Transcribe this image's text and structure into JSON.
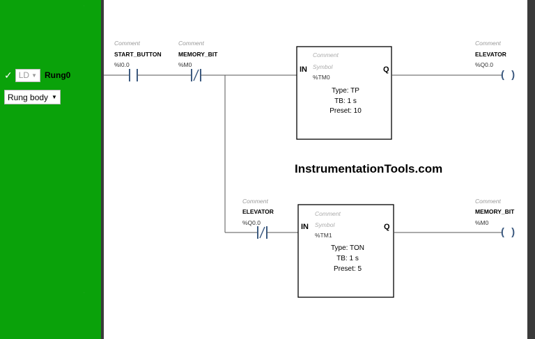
{
  "rung": {
    "enabled_icon": "check-icon",
    "language": "LD",
    "name": "Rung0",
    "section": "Rung body"
  },
  "watermark": "InstrumentationTools.com",
  "colors": {
    "panel": "#0aa20a",
    "wire": "#555555",
    "element": "#3c5a80"
  },
  "row1": {
    "contact1": {
      "comment": "Comment",
      "symbol": "START_BUTTON",
      "address": "%I0.0"
    },
    "contact2": {
      "comment": "Comment",
      "symbol": "MEMORY_BIT",
      "address": "%M0"
    },
    "timer": {
      "in_pin": "IN",
      "q_pin": "Q",
      "comment": "Comment",
      "symbol": "Symbol",
      "instance": "%TM0",
      "type": "Type: TP",
      "tb": "TB: 1 s",
      "preset": "Preset: 10"
    },
    "coil": {
      "comment": "Comment",
      "symbol": "ELEVATOR",
      "address": "%Q0.0",
      "glyph": "( )"
    }
  },
  "row2": {
    "contact": {
      "comment": "Comment",
      "symbol": "ELEVATOR",
      "address": "%Q0.0"
    },
    "timer": {
      "in_pin": "IN",
      "q_pin": "Q",
      "comment": "Comment",
      "symbol": "Symbol",
      "instance": "%TM1",
      "type": "Type: TON",
      "tb": "TB: 1 s",
      "preset": "Preset: 5"
    },
    "coil": {
      "comment": "Comment",
      "symbol": "MEMORY_BIT",
      "address": "%M0",
      "glyph": "( )"
    }
  }
}
